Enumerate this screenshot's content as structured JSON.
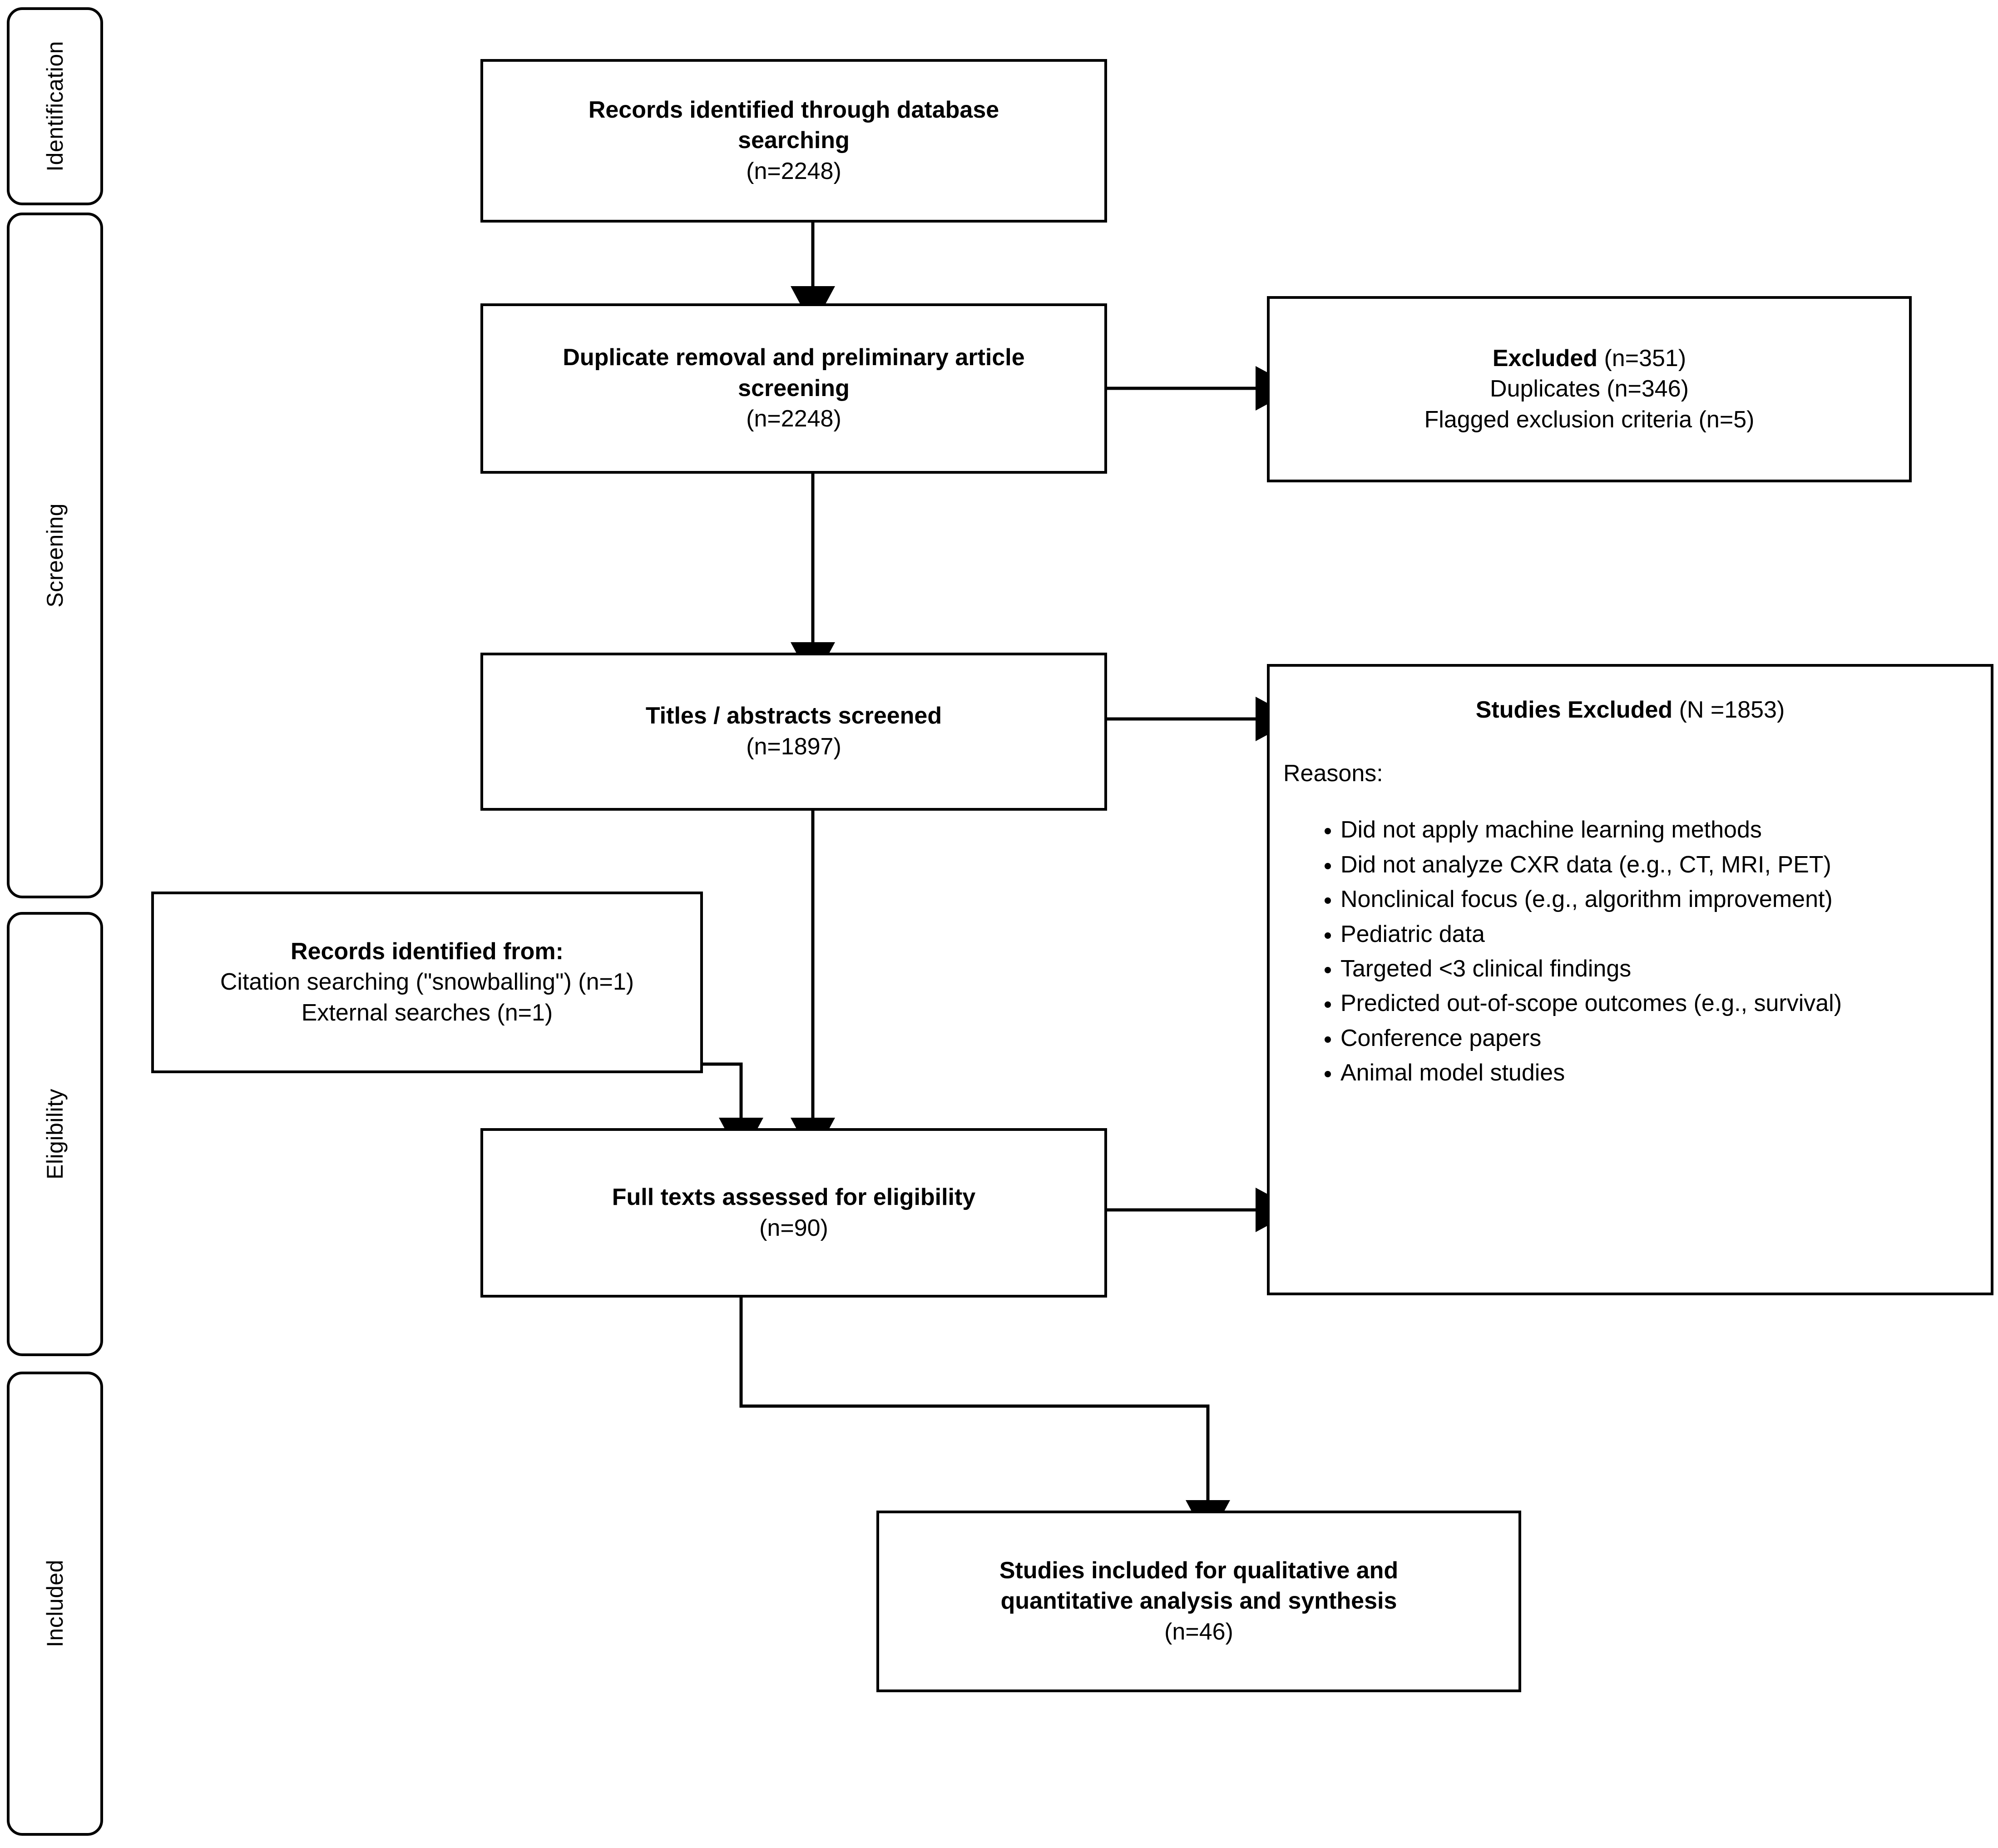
{
  "diagram": {
    "kind": "PRISMA flow diagram",
    "stages": [
      {
        "id": "identification",
        "label": "Identification"
      },
      {
        "id": "screening",
        "label": "Screening"
      },
      {
        "id": "eligibility",
        "label": "Eligibility"
      },
      {
        "id": "included",
        "label": "Included"
      }
    ],
    "nodes": {
      "records_identified": {
        "title": "Records identified through database",
        "title2": "searching",
        "count": "(n=2248)"
      },
      "duplicate_removal": {
        "title": "Duplicate removal and preliminary article",
        "title2": "screening",
        "count": "(n=2248)"
      },
      "excluded_first": {
        "title_bold": "Excluded",
        "title_count": " (n=351)",
        "lines": [
          "Duplicates (n=346)",
          "Flagged exclusion criteria (n=5)"
        ]
      },
      "titles_screened": {
        "title": "Titles / abstracts screened",
        "count": "(n=1897)"
      },
      "studies_excluded": {
        "title_bold": "Studies Excluded",
        "title_count": " (N =1853)",
        "subhead": "Reasons:",
        "reasons": [
          "Did not apply machine learning methods",
          "Did not analyze CXR data (e.g., CT, MRI, PET)",
          "Nonclinical focus (e.g., algorithm improvement)",
          "Pediatric data",
          "Targeted <3 clinical findings",
          "Predicted out-of-scope outcomes (e.g., survival)",
          "Conference papers",
          "Animal model studies"
        ]
      },
      "records_other_sources": {
        "title": "Records identified from:",
        "lines": [
          "Citation searching (\"snowballing\") (n=1)",
          "External searches (n=1)"
        ]
      },
      "full_texts": {
        "title": "Full texts assessed for eligibility",
        "count": "(n=90)"
      },
      "studies_included": {
        "title": "Studies included for qualitative and",
        "title2": "quantitative analysis and synthesis",
        "count": "(n=46)"
      }
    },
    "colors": {
      "stroke": "#000000",
      "fill": "#ffffff",
      "text": "#000000"
    }
  }
}
